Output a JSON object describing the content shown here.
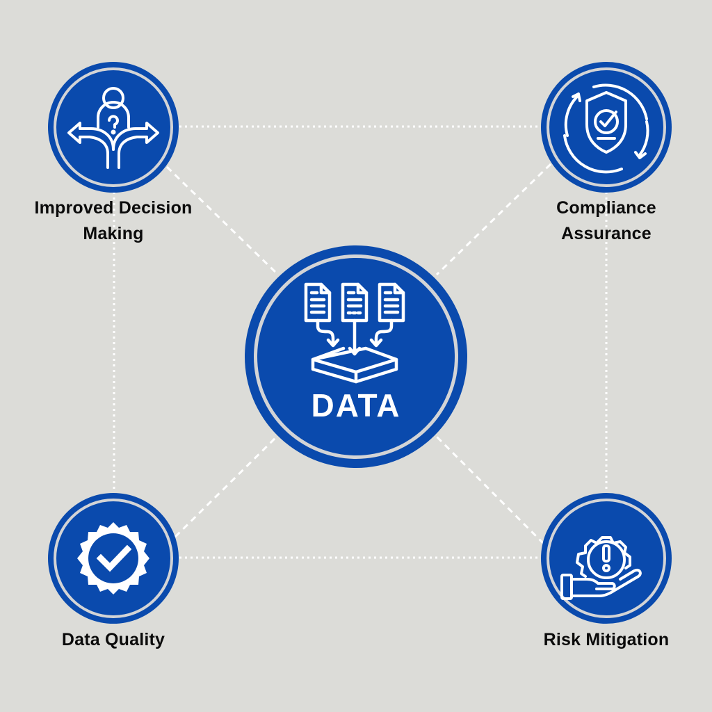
{
  "diagram": {
    "type": "hub-and-spoke",
    "background_color": "#dcdcd8",
    "node_fill_color": "#0a4aad",
    "node_ring_color": "#d3d4d6",
    "icon_color": "#ffffff",
    "connector_color": "#ffffff",
    "label_color": "#0b0b0b",
    "center": {
      "label": "DATA",
      "icon": "documents-into-database-icon"
    },
    "nodes": [
      {
        "id": "top-left",
        "label_line1": "Improved Decision",
        "label_line2": "Making",
        "icon": "decision-crossroads-person-icon"
      },
      {
        "id": "top-right",
        "label_line1": "Compliance",
        "label_line2": "Assurance",
        "icon": "shield-check-cycle-icon"
      },
      {
        "id": "bottom-left",
        "label_line1": "Data Quality",
        "label_line2": "",
        "icon": "badge-check-icon"
      },
      {
        "id": "bottom-right",
        "label_line1": "Risk Mitigation",
        "label_line2": "",
        "icon": "hand-gear-alert-icon"
      }
    ],
    "connectors": {
      "perimeter_style": "dotted",
      "diagonal_style": "dashed"
    }
  }
}
